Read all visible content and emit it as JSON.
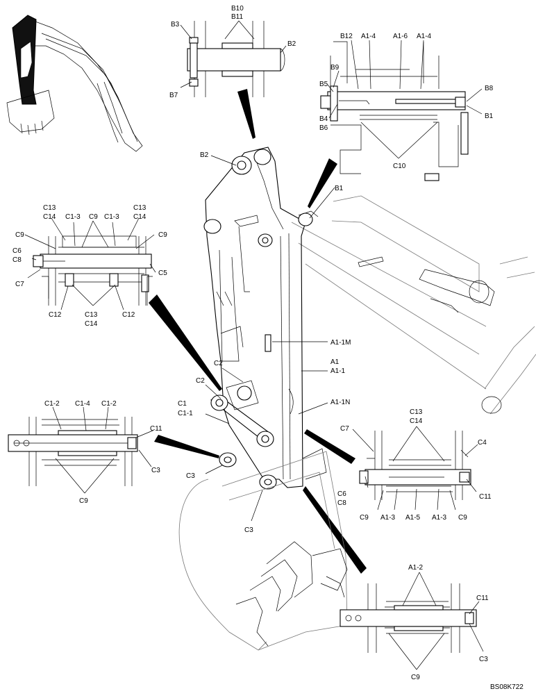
{
  "diagram": {
    "figure_code": "BS08K722",
    "callouts": {
      "b10_b11": [
        "B10",
        "B11"
      ],
      "b3": "B3",
      "b2_top": "B2",
      "b7": "B7",
      "b12": "B12",
      "a1_4_left": "A1-4",
      "a1_6": "A1-6",
      "a1_4_right": "A1-4",
      "b9": "B9",
      "b5": "B5",
      "b8": "B8",
      "b4_b6": [
        "B4",
        "B6"
      ],
      "b1_top": "B1",
      "c10": "C10",
      "b2_main": "B2",
      "b1_main": "B1",
      "c13_c14_left": [
        "C13",
        "C14"
      ],
      "c1_3_left": "C1-3",
      "c9_top": "C9",
      "c1_3_right": "C1-3",
      "c13_c14_right": [
        "C13",
        "C14"
      ],
      "c9_left": "C9",
      "c9_right": "C9",
      "c6_c8": [
        "C6",
        "C8"
      ],
      "c7_left": "C7",
      "c5": "C5",
      "c12_left": "C12",
      "c13_c14_bottom": [
        "C13",
        "C14"
      ],
      "c12_right": "C12",
      "a1_1m": "A1-1M",
      "a1_a1_1": [
        "A1",
        "A1-1"
      ],
      "c2_upper": "C2",
      "c2_lower": "C2",
      "a1_1n": "A1-1N",
      "c1_c1_1": [
        "C1",
        "C1-1"
      ],
      "c1_2_left": "C1-2",
      "c1_4": "C1-4",
      "c1_2_right": "C1-2",
      "c11_left": "C11",
      "c3_left": "C3",
      "c9_left_bottom": "C9",
      "c3_main_left": "C3",
      "c3_main_bottom": "C3",
      "c13_c14_right_detail": [
        "C13",
        "C14"
      ],
      "c7_right": "C7",
      "c4": "C4",
      "c6_c8_right": [
        "C6",
        "C8"
      ],
      "c11_right": "C11",
      "c9_rd_left": "C9",
      "a1_3_left": "A1-3",
      "a1_5": "A1-5",
      "a1_3_right": "A1-3",
      "c9_rd_right": "C9",
      "a1_2": "A1-2",
      "c11_bottom": "C11",
      "c3_bottom": "C3",
      "c9_bottom": "C9"
    }
  }
}
